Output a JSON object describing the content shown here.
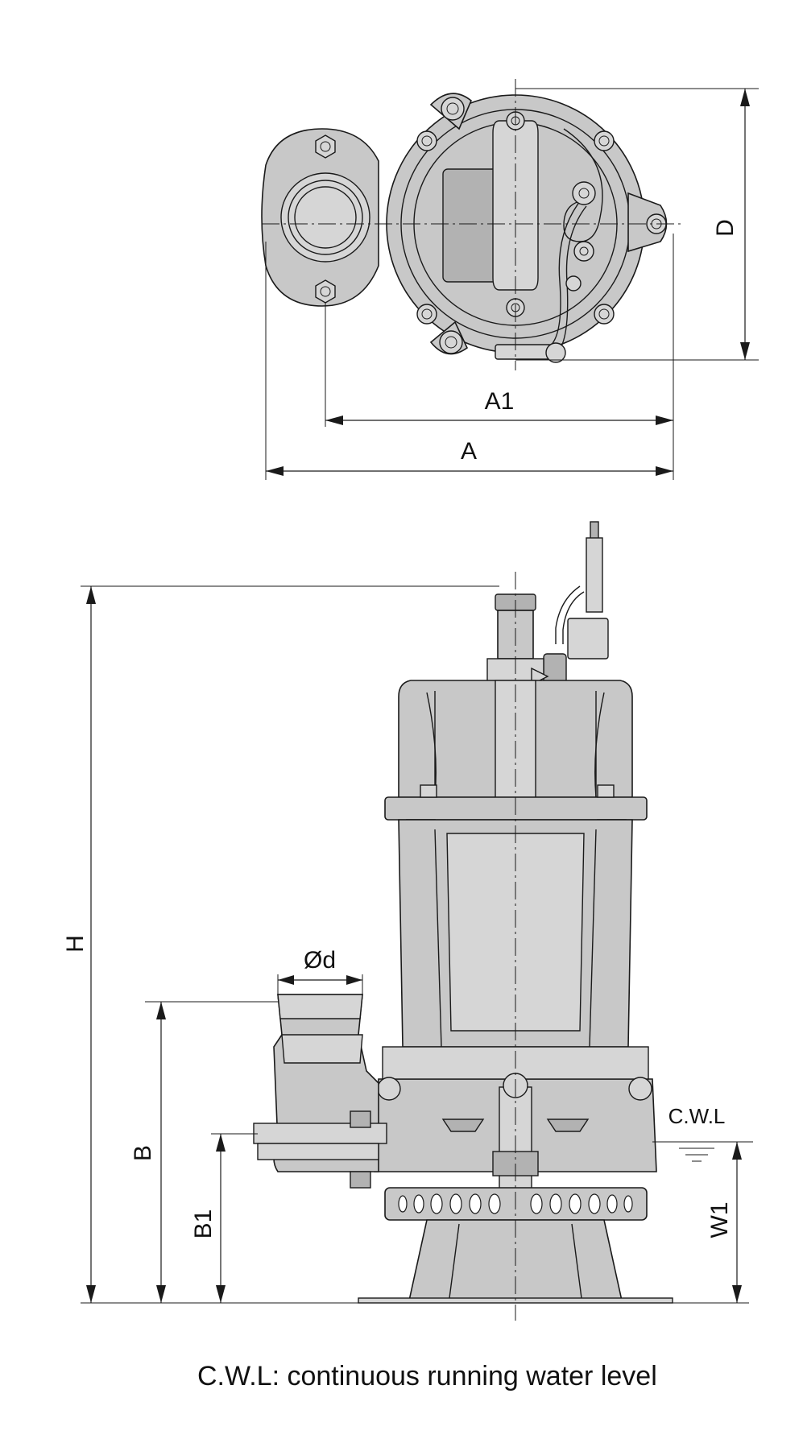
{
  "dimensions": {
    "A": "A",
    "A1": "A1",
    "D": "D",
    "H": "H",
    "B": "B",
    "B1": "B1",
    "W1": "W1",
    "d": "Ød"
  },
  "water_level_tag": "C.W.L",
  "caption": "C.W.L: continuous running water level"
}
